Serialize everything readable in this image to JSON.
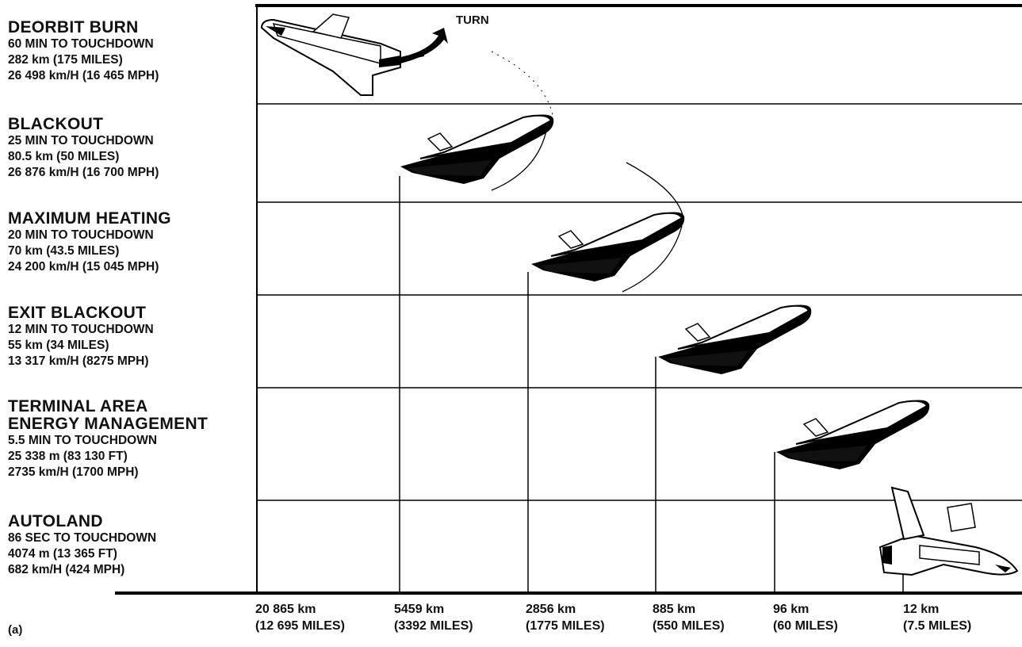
{
  "figure_label": "(a)",
  "turn_label": "TURN",
  "phases": [
    {
      "name": [
        "DEORBIT BURN"
      ],
      "details": [
        "60 MIN TO TOUCHDOWN",
        "282 km (175 MILES)",
        "26 498 km/H (16 465 MPH)"
      ]
    },
    {
      "name": [
        "BLACKOUT"
      ],
      "details": [
        "25 MIN TO TOUCHDOWN",
        "80.5 km (50 MILES)",
        "26 876 km/H (16 700 MPH)"
      ]
    },
    {
      "name": [
        "MAXIMUM HEATING"
      ],
      "details": [
        "20 MIN TO TOUCHDOWN",
        "70 km (43.5 MILES)",
        "24 200 km/H (15 045 MPH)"
      ]
    },
    {
      "name": [
        "EXIT BLACKOUT"
      ],
      "details": [
        "12 MIN TO TOUCHDOWN",
        "55 km (34 MILES)",
        "13 317 km/H (8275 MPH)"
      ]
    },
    {
      "name": [
        "TERMINAL AREA",
        "ENERGY MANAGEMENT"
      ],
      "details": [
        "5.5 MIN TO TOUCHDOWN",
        "25 338 m (83 130 FT)",
        "2735 km/H (1700 MPH)"
      ]
    },
    {
      "name": [
        "AUTOLAND"
      ],
      "details": [
        "86 SEC TO TOUCHDOWN",
        "4074 m (13 365 FT)",
        "682 km/H (424 MPH)"
      ]
    }
  ],
  "distances": [
    {
      "km": "20 865 km",
      "miles": "(12 695 MILES)"
    },
    {
      "km": "5459 km",
      "miles": "(3392 MILES)"
    },
    {
      "km": "2856 km",
      "miles": "(1775 MILES)"
    },
    {
      "km": "885 km",
      "miles": "(550 MILES)"
    },
    {
      "km": "96 km",
      "miles": "(60 MILES)"
    },
    {
      "km": "12 km",
      "miles": "(7.5 MILES)"
    }
  ]
}
